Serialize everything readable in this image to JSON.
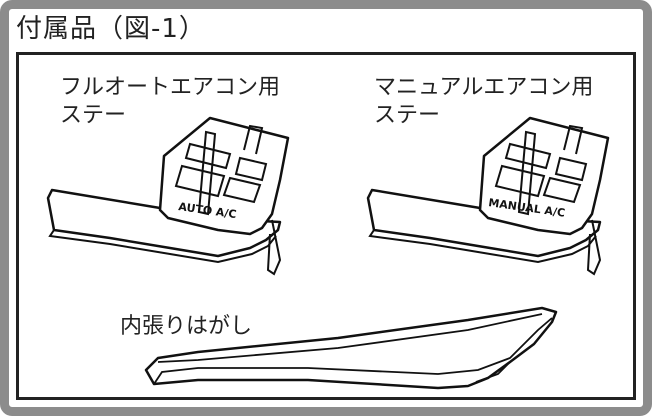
{
  "title": "付属品（図-1）",
  "items": {
    "full_auto_stay": {
      "label_line1": "フルオートエアコン用",
      "label_line2": "ステー",
      "stamp": "AUTO A/C"
    },
    "manual_stay": {
      "label_line1": "マニュアルエアコン用",
      "label_line2": "ステー",
      "stamp": "MANUAL A/C"
    },
    "trim_remover": {
      "label": "内張りはがし"
    }
  }
}
